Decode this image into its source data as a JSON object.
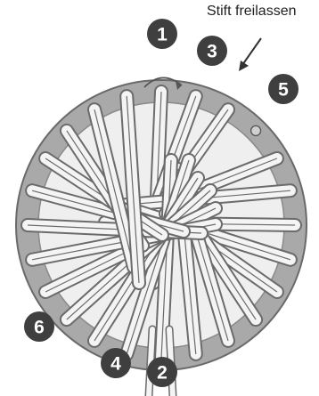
{
  "annotation": {
    "text": "Stift freilassen"
  },
  "step_markers": [
    {
      "id": "step-1",
      "label": "1"
    },
    {
      "id": "step-2",
      "label": "2"
    },
    {
      "id": "step-3",
      "label": "3"
    },
    {
      "id": "step-4",
      "label": "4"
    },
    {
      "id": "step-5",
      "label": "5"
    },
    {
      "id": "step-6",
      "label": "6"
    }
  ],
  "pins": {
    "count": 24
  },
  "colors": {
    "ring": "#a9a9a9",
    "ring_outline": "#6a6a6a",
    "inner_face": "#efefef",
    "pin": "#d0d0d0",
    "yarn_fill": "#f4f4f4",
    "yarn_outline": "#6b6b6b",
    "marker": "#3f3f3f"
  }
}
